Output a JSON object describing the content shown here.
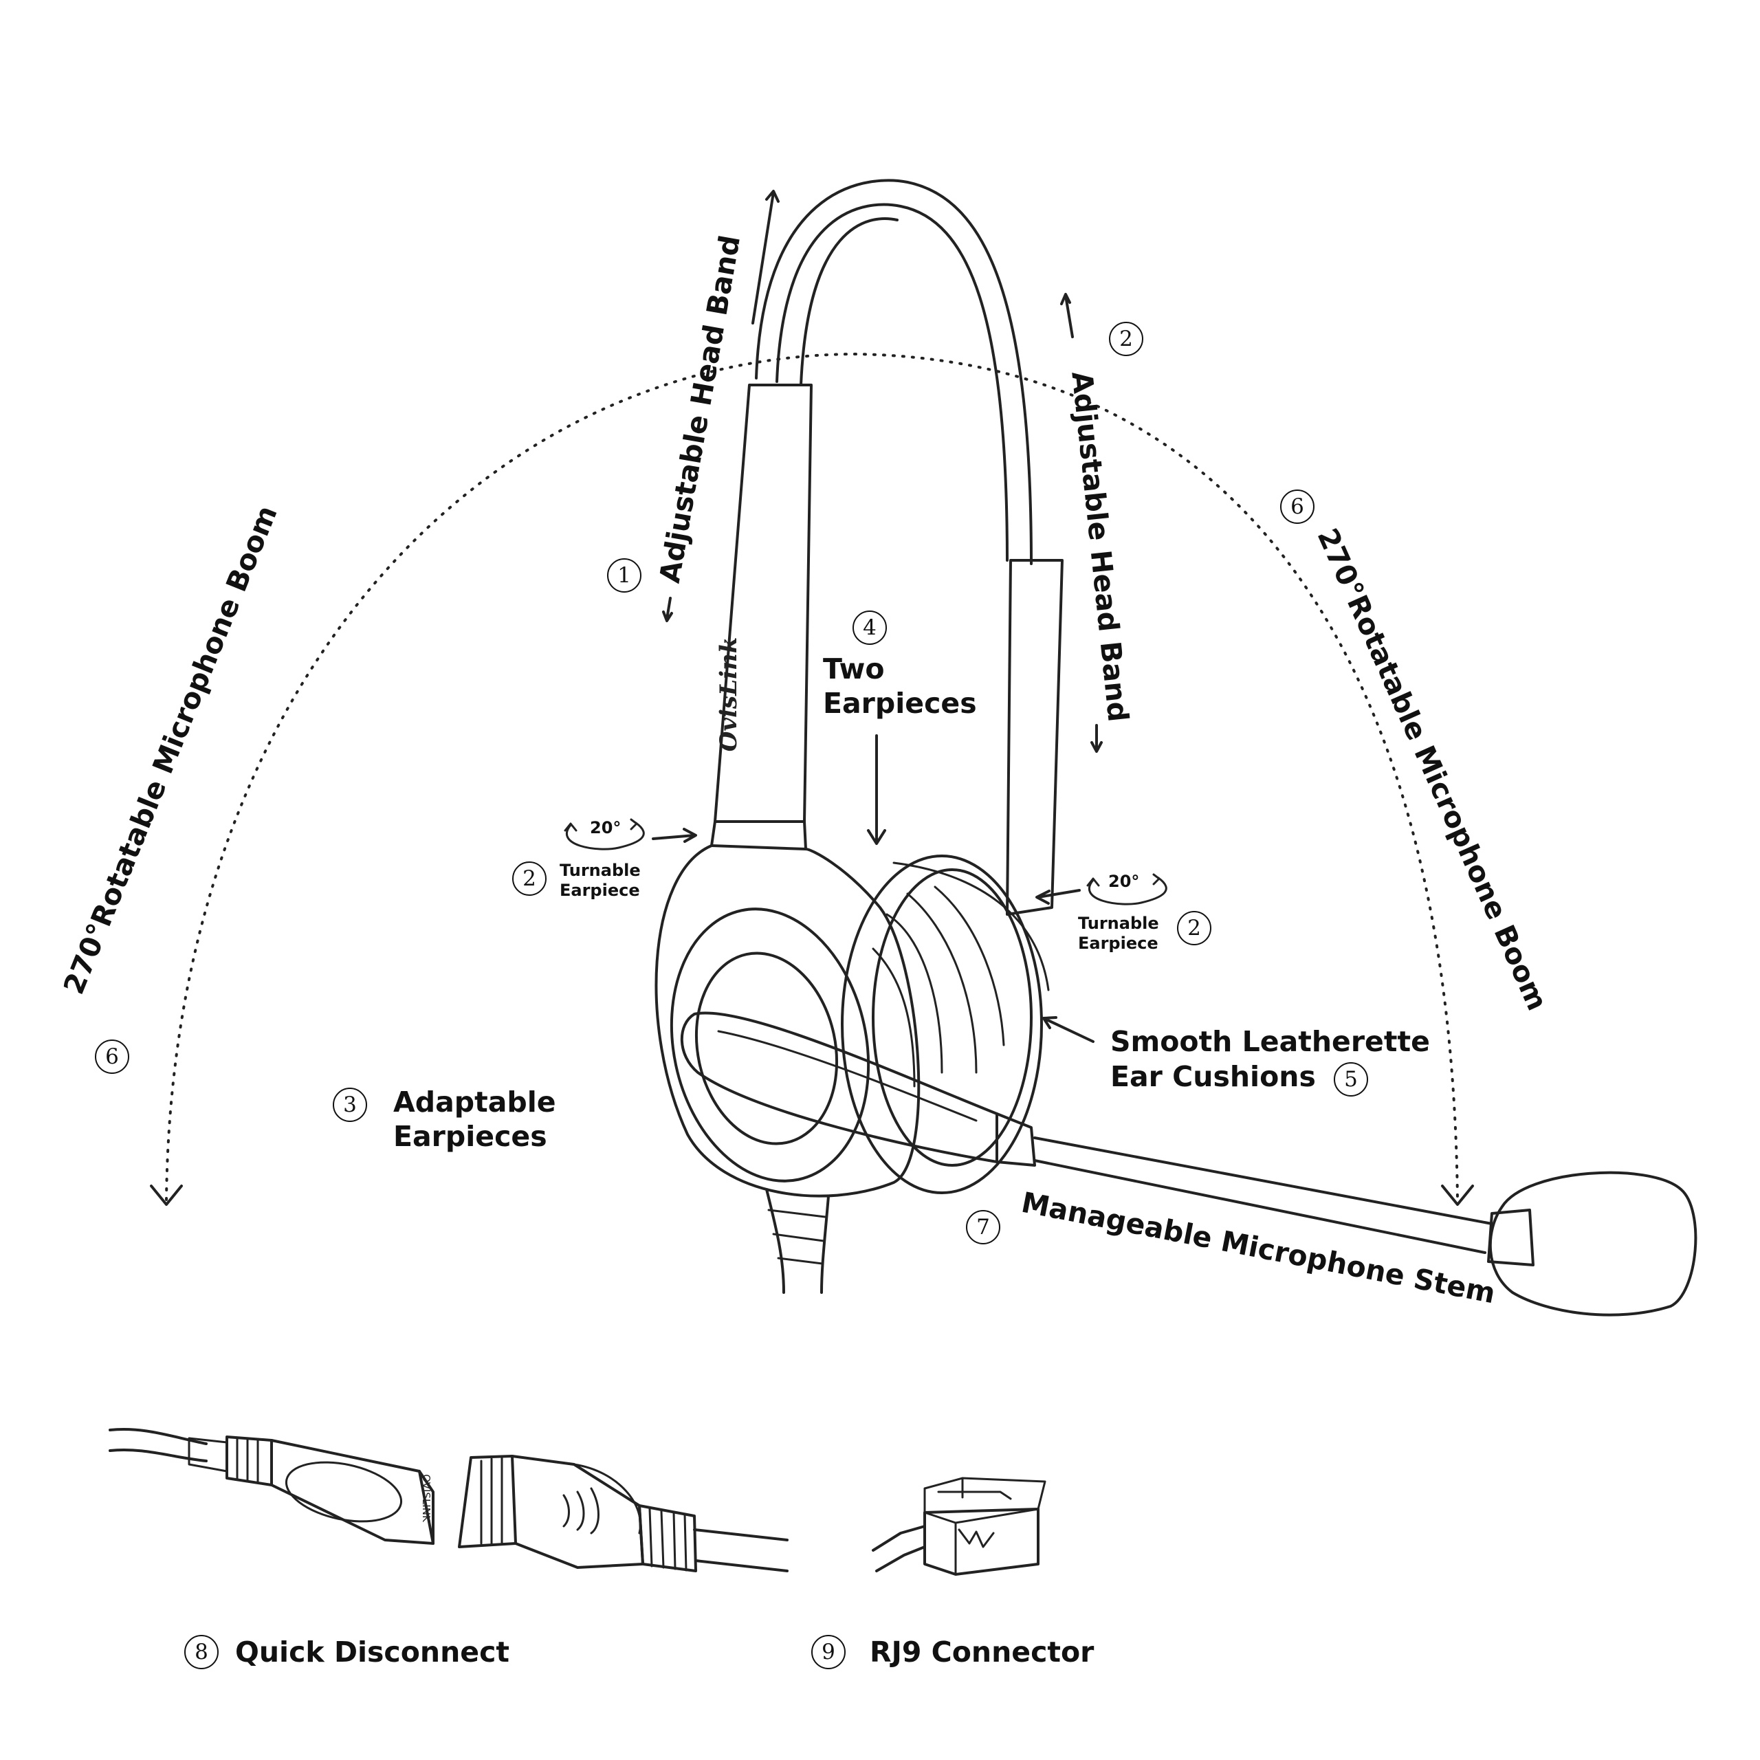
{
  "labels": {
    "head_band_left": "Adjustable Head Band",
    "head_band_right": "Adjustable Head Band",
    "two_earpieces_line1": "Two",
    "two_earpieces_line2": "Earpieces",
    "turnable_left_angle": "20°",
    "turnable_left_line1": "Turnable",
    "turnable_left_line2": "Earpiece",
    "turnable_right_angle": "20°",
    "turnable_right_line1": "Turnable",
    "turnable_right_line2": "Earpiece",
    "boom_left": "270°Rotatable Microphone Boom",
    "boom_right": "270°Rotatable Microphone Boom",
    "adaptable_line1": "Adaptable",
    "adaptable_line2": "Earpieces",
    "cushions_line1": "Smooth Leatherette",
    "cushions_line2": "Ear Cushions",
    "stem": "Manageable Microphone Stem",
    "quick_disconnect": "Quick Disconnect",
    "rj9": "RJ9 Connector"
  },
  "numbers": {
    "head_band_left": "1",
    "head_band_right": "2",
    "two_earpieces": "4",
    "turnable_left": "2",
    "turnable_right": "2",
    "boom_left": "6",
    "boom_right": "6",
    "adaptable": "3",
    "cushions": "5",
    "stem": "7",
    "quick_disconnect": "8",
    "rj9": "9"
  },
  "branding": {
    "headband_logo": "OvisLink",
    "connector_logo": "OVISLINK"
  }
}
